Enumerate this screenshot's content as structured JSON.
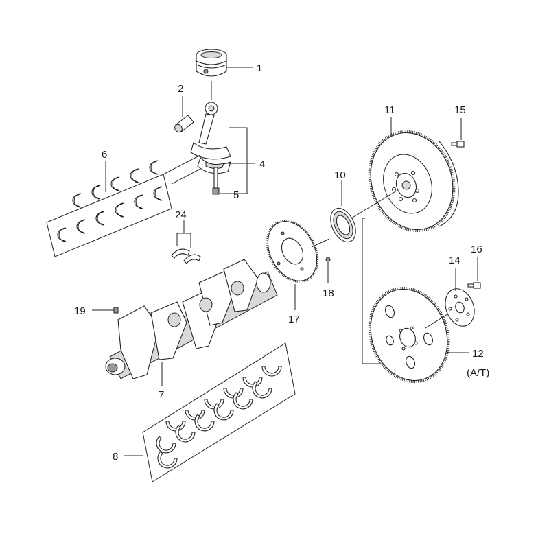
{
  "callouts": {
    "c1": "1",
    "c2": "2",
    "c4": "4",
    "c5": "5",
    "c6": "6",
    "c7": "7",
    "c8": "8",
    "c10": "10",
    "c11": "11",
    "c12": "12",
    "c12_note": "(A/T)",
    "c14": "14",
    "c15": "15",
    "c16": "16",
    "c17": "17",
    "c18": "18",
    "c19": "19",
    "c24": "24"
  },
  "colors": {
    "line": "#222222",
    "shade": "#d9d9d9",
    "background": "#ffffff"
  }
}
